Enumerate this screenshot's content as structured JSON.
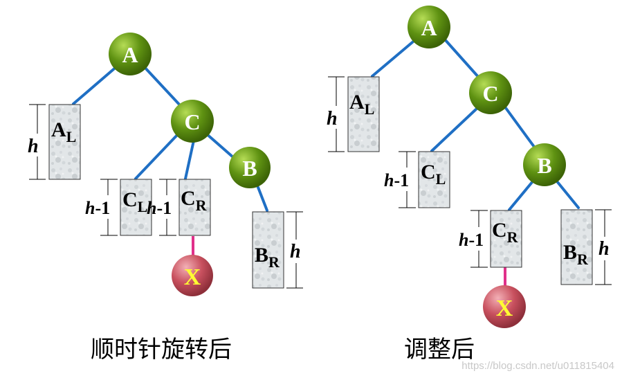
{
  "colors": {
    "edge": "#1f6fc4",
    "inserted_edge": "#e0308a",
    "node_fill": "#5b8a10",
    "node_highlight": "#a8d24a",
    "inserted_fill": "#c24a5a",
    "inserted_highlight": "#f0a0a8",
    "subtree_fill": "#dfe3e6"
  },
  "left_diagram": {
    "caption": "顺时针旋转后",
    "nodes": {
      "A": "A",
      "C": "C",
      "B": "B",
      "X": "X"
    },
    "subtrees": {
      "AL": {
        "main": "A",
        "sub": "L",
        "height": "h"
      },
      "CL": {
        "main": "C",
        "sub": "L",
        "height_var": "h",
        "height_rest": "-1"
      },
      "CR": {
        "main": "C",
        "sub": "R",
        "height_var": "h",
        "height_rest": "-1"
      },
      "BR": {
        "main": "B",
        "sub": "R",
        "height": "h"
      }
    }
  },
  "right_diagram": {
    "caption": "调整后",
    "nodes": {
      "A": "A",
      "C": "C",
      "B": "B",
      "X": "X"
    },
    "subtrees": {
      "AL": {
        "main": "A",
        "sub": "L",
        "height": "h"
      },
      "CL": {
        "main": "C",
        "sub": "L",
        "height_var": "h",
        "height_rest": "-1"
      },
      "CR": {
        "main": "C",
        "sub": "R",
        "height_var": "h",
        "height_rest": "-1"
      },
      "BR": {
        "main": "B",
        "sub": "R",
        "height": "h"
      }
    }
  },
  "watermark": "https://blog.csdn.net/u011815404"
}
